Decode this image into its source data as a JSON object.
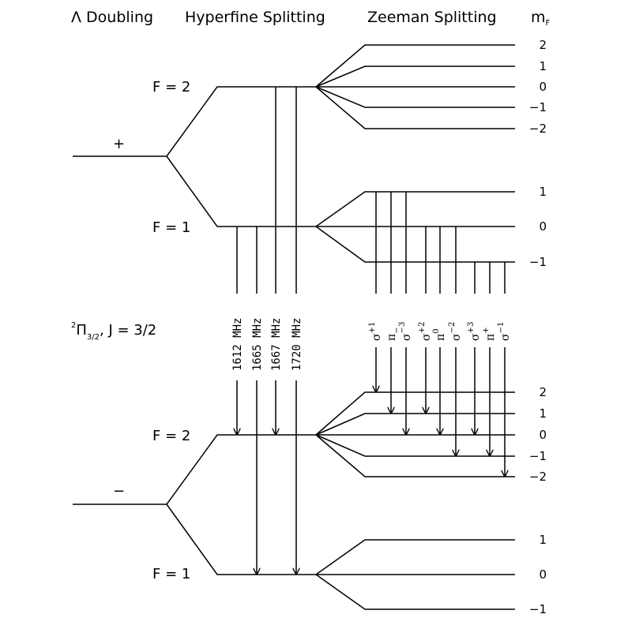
{
  "headers": {
    "lambda": "Λ Doubling",
    "hyperfine": "Hyperfine Splitting",
    "zeeman": "Zeeman Splitting",
    "mf_main": "m",
    "mf_sub": "F"
  },
  "state_label": {
    "sup": "2",
    "pi": "Π",
    "sub": "3/2",
    "rest": ", J = 3/2"
  },
  "parity": {
    "plus": "+",
    "minus": "−"
  },
  "f_labels": {
    "upper_f2": "F = 2",
    "upper_f1": "F = 1",
    "lower_f2": "F = 2",
    "lower_f1": "F = 1"
  },
  "mf_values": {
    "upper_f2": [
      "2",
      "1",
      "0",
      "−1",
      "−2"
    ],
    "upper_f1": [
      "1",
      "0",
      "−1"
    ],
    "lower_f2": [
      "2",
      "1",
      "0",
      "−1",
      "−2"
    ],
    "lower_f1": [
      "1",
      "0",
      "−1"
    ]
  },
  "frequencies": [
    "1612 MHz",
    "1665 MHz",
    "1667 MHz",
    "1720 MHz"
  ],
  "zeeman_transitions": [
    {
      "sym": "σ",
      "sup": "+1"
    },
    {
      "sym": "π",
      "sup": "−"
    },
    {
      "sym": "σ",
      "sup": "−3"
    },
    {
      "sym": "σ",
      "sup": "+2"
    },
    {
      "sym": "π",
      "sup": "0"
    },
    {
      "sym": "σ",
      "sup": "−2"
    },
    {
      "sym": "σ",
      "sup": "+3"
    },
    {
      "sym": "π",
      "sup": "+"
    },
    {
      "sym": "σ",
      "sup": "−1"
    }
  ]
}
